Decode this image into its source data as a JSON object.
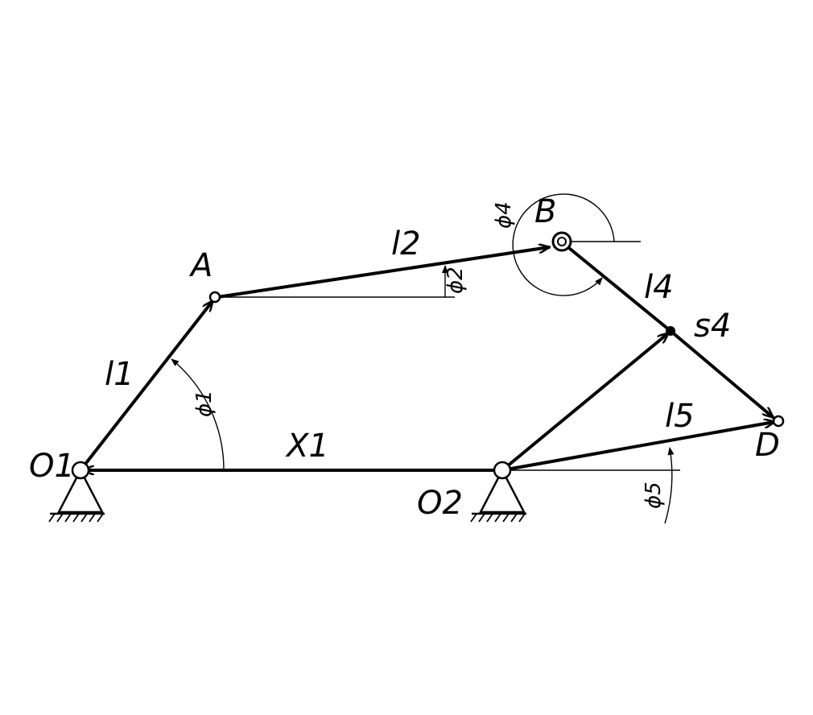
{
  "diagram": {
    "points": {
      "o1": "O1",
      "o2": "O2",
      "a": "A",
      "b": "B",
      "d": "D",
      "s4": "s4"
    },
    "links": {
      "l1": "l1",
      "l2": "l2",
      "l4": "l4",
      "l5": "l5",
      "x1": "X1"
    },
    "angles": {
      "phi1": "ϕ1",
      "phi2": "ϕ2",
      "phi4": "ϕ4",
      "phi5": "ϕ5"
    }
  }
}
